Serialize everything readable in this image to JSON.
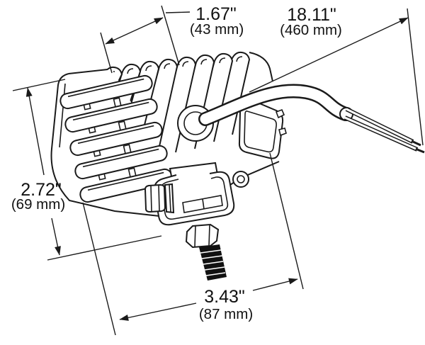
{
  "drawing": {
    "title": "work-lamp-dimensional-drawing",
    "line_color": "#1a1a1a",
    "background": "#ffffff",
    "dim_front_offset": {
      "inches": "1.67\"",
      "mm": "(43 mm)"
    },
    "dim_cable_length": {
      "inches": "18.11\"",
      "mm": "(460 mm)"
    },
    "dim_height": {
      "inches": "2.72\"",
      "mm": "(69 mm)"
    },
    "dim_width": {
      "inches": "3.43\"",
      "mm": "(87 mm)"
    }
  }
}
